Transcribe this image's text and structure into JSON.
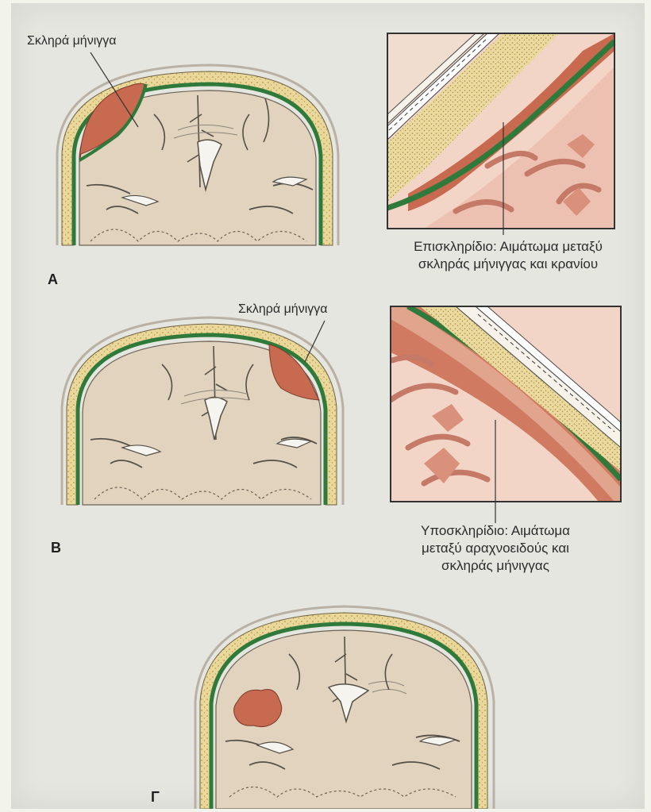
{
  "panels": [
    {
      "letter": "A",
      "label": "Σκληρά μήνιγγα",
      "caption_line1": "Επισκληρίδιο: Αιμάτωμα μεταξύ",
      "caption_line2": "σκληράς μήνιγγας και κρανίου"
    },
    {
      "letter": "Β",
      "label": "Σκληρά μήνιγγα",
      "caption_line1": "Υποσκληρίδιο: Αιμάτωμα",
      "caption_line2": "μεταξύ αραχνοειδούς και",
      "caption_line3": "σκληράς μήνιγγας"
    },
    {
      "letter": "Γ"
    }
  ],
  "colors": {
    "skull": "#e9d79b",
    "skull_dots": "#b79a3a",
    "dura": "#2f7a3a",
    "brain": "#e2d3be",
    "blood": "#c86a4f",
    "cortex": "#e9b9a8"
  }
}
